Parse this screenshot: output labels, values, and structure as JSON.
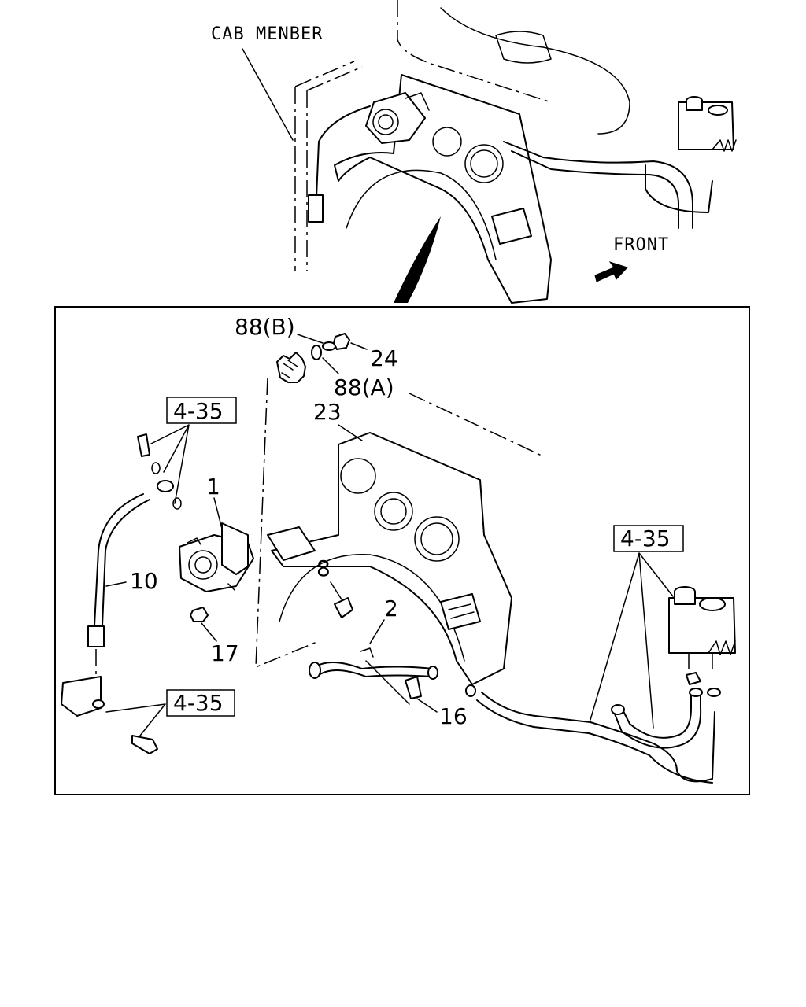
{
  "labels": {
    "cab_member": "CAB MENBER",
    "front": "FRONT",
    "ref_upper_left": "4-35",
    "ref_right": "4-35",
    "ref_lower": "4-35",
    "part_88b": "88(B)",
    "part_88a": "88(A)",
    "part_24": "24",
    "part_23": "23",
    "part_1": "1",
    "part_10": "10",
    "part_8": "8",
    "part_2": "2",
    "part_17": "17",
    "part_16": "16"
  }
}
